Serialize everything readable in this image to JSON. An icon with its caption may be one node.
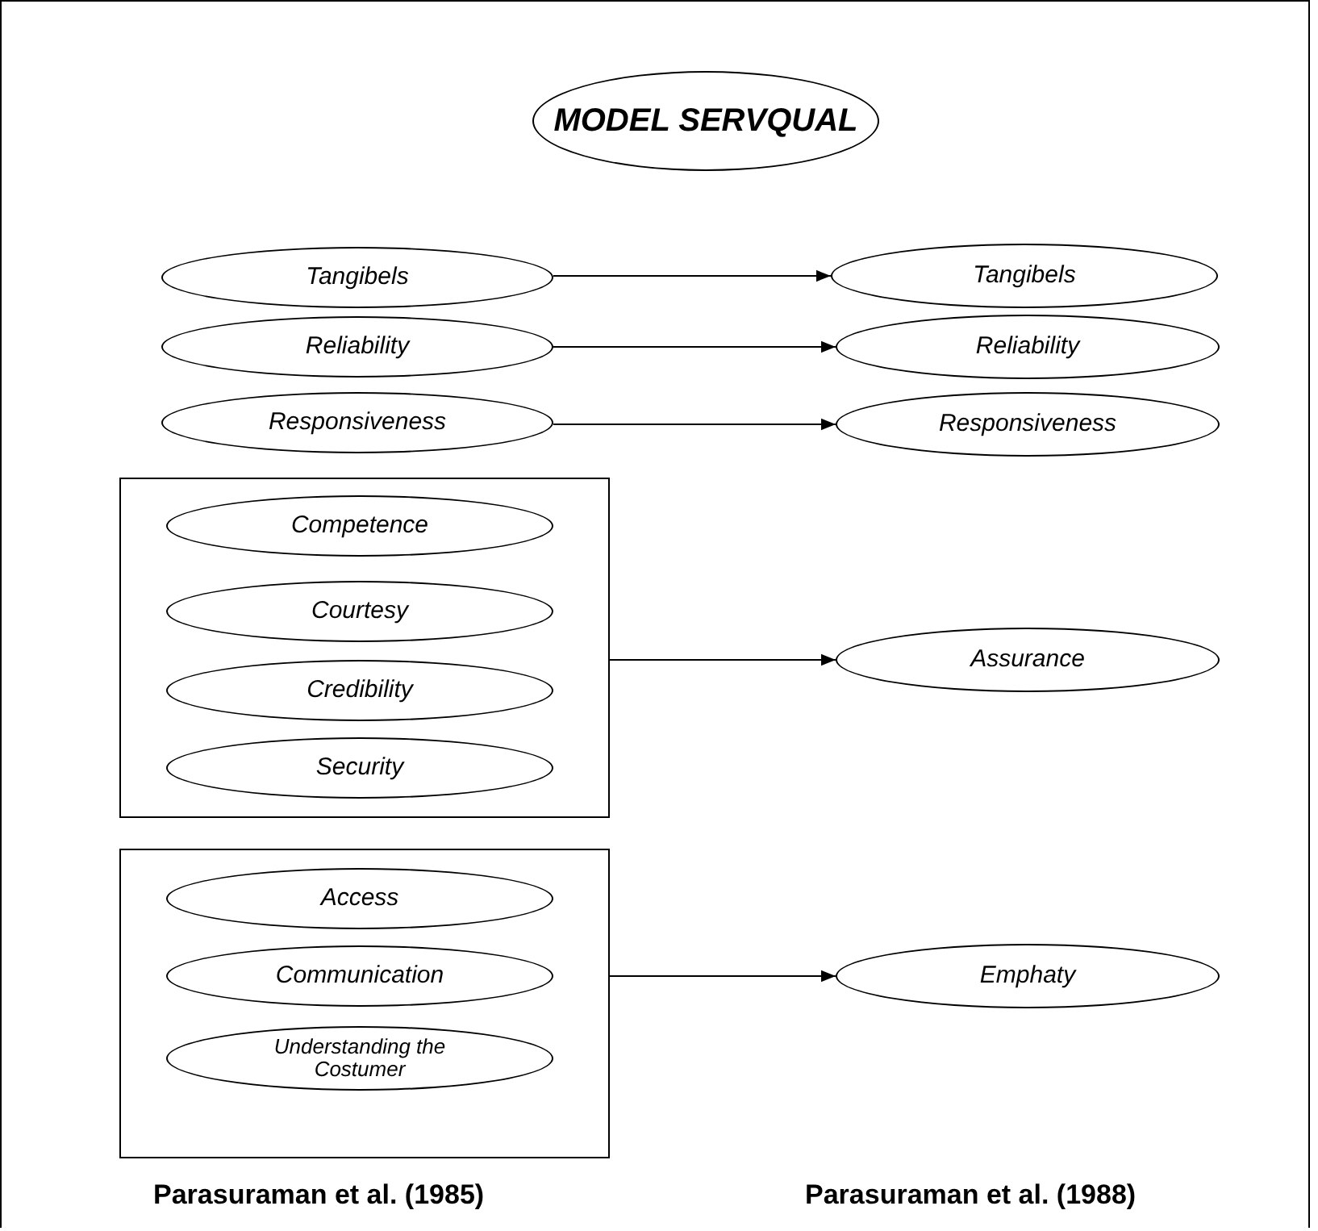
{
  "diagram": {
    "nodes": [
      {
        "text": [
          "MODEL SERVQUAL"
        ]
      },
      {
        "text": [
          "Tangibels"
        ]
      },
      {
        "text": [
          "Tangibels"
        ]
      },
      {
        "text": [
          "Reliability"
        ]
      },
      {
        "text": [
          "Reliability"
        ]
      },
      {
        "text": [
          "Responsiveness"
        ]
      },
      {
        "text": [
          "Responsiveness"
        ]
      },
      {
        "text": [],
        "shape": "box"
      },
      {
        "text": [
          "Competence"
        ],
        "in": 7
      },
      {
        "text": [
          "Courtesy"
        ],
        "in": 7
      },
      {
        "text": [
          "Credibility"
        ],
        "in": 7
      },
      {
        "text": [
          "Security"
        ],
        "in": 7
      },
      {
        "text": [
          "Assurance"
        ]
      },
      {
        "text": [],
        "shape": "box"
      },
      {
        "text": [
          "Access"
        ],
        "in": 13
      },
      {
        "text": [
          "Communication"
        ],
        "in": 13
      },
      {
        "text": [
          "Understanding the Costumer"
        ],
        "in": 13
      },
      {
        "text": [
          "Emphaty"
        ]
      }
    ],
    "edges": [
      {
        "from": 1,
        "to": 2,
        "arrow": "to"
      },
      {
        "from": 3,
        "to": 4,
        "arrow": "to"
      },
      {
        "from": 5,
        "to": 6,
        "arrow": "to"
      },
      {
        "from": 7,
        "to": 12,
        "arrow": "to"
      },
      {
        "from": 13,
        "to": 17,
        "arrow": "to"
      }
    ],
    "labels": [
      "Parasuraman et al. (1985)",
      "Parasuraman et al. (1988)"
    ]
  }
}
